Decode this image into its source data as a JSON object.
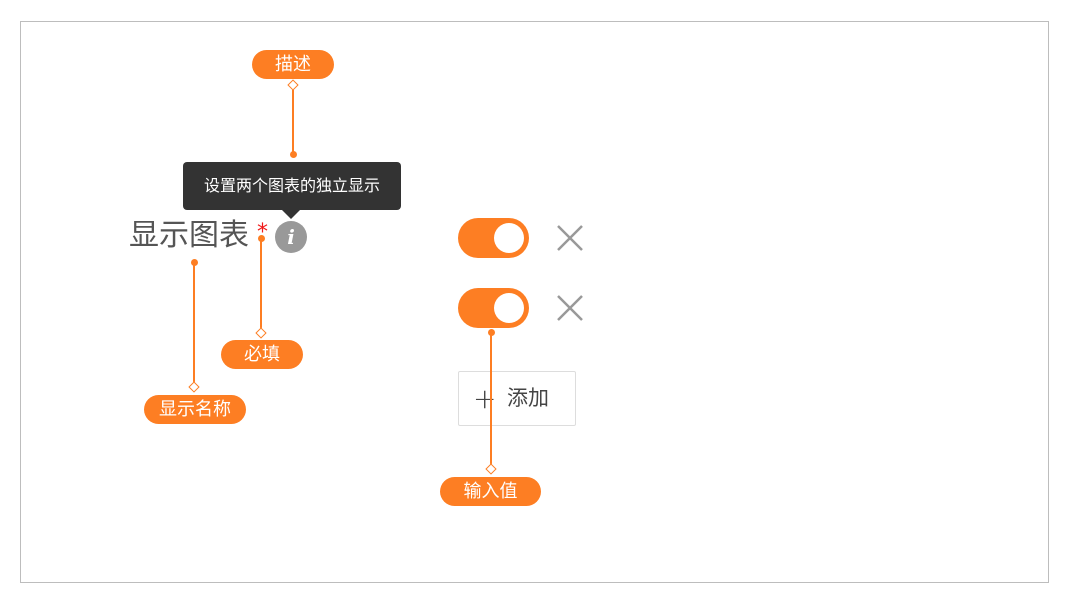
{
  "annotations": {
    "description": "描述",
    "display_name": "显示名称",
    "required": "必填",
    "input_value": "输入值"
  },
  "field": {
    "label": "显示图表",
    "required_mark": "*",
    "info_icon": "i",
    "tooltip": "设置两个图表的独立显示"
  },
  "toggles": [
    {
      "on": true
    },
    {
      "on": true
    }
  ],
  "add_button": {
    "icon": "+",
    "label": "添加"
  },
  "colors": {
    "accent": "#fd7e23",
    "tooltip": "#333333",
    "required": "#f01818"
  }
}
